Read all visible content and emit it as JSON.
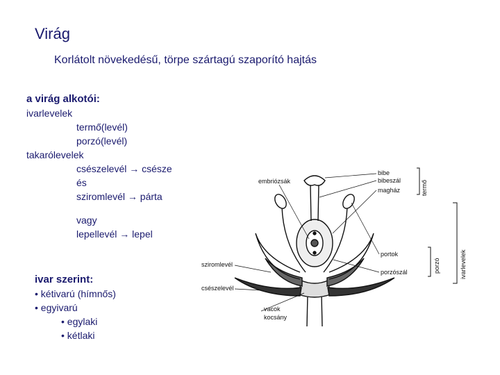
{
  "slide": {
    "title": "Virág",
    "subtitle": "Korlátolt növekedésű, törpe szártagú szaporító hajtás"
  },
  "parts": {
    "heading": "a virág alkotói:",
    "ivarlevelek": "ivarlevelek",
    "termo": "termő(levél)",
    "porzo": "porzó(levél)",
    "takarolevelek": "takarólevelek",
    "csesze": "csészelevél → csésze",
    "es": "és",
    "parta": "sziromlevél → párta",
    "vagy": "vagy",
    "lepel": "lepellevél → lepel"
  },
  "ivar": {
    "heading": "ivar szerint:",
    "ketivaru": "• kétivarú (hímnős)",
    "egyivaru": "• egyivarú",
    "egylaki": "• egylaki",
    "ketlaki": "• kétlaki"
  },
  "diagram": {
    "embriozsak": "embriózsák",
    "bibe": "bibe",
    "bibeszal": "bibeszál",
    "maghaz": "magház",
    "termo": "termő",
    "ivarlevelek": "ivarlevelek",
    "portok": "portok",
    "porzo": "porzó",
    "porzoszal": "porzószál",
    "sziromlevel": "sziromlevél",
    "csészelevel": "csészelevél",
    "vacok": "vacok",
    "kocsany": "kocsány"
  }
}
